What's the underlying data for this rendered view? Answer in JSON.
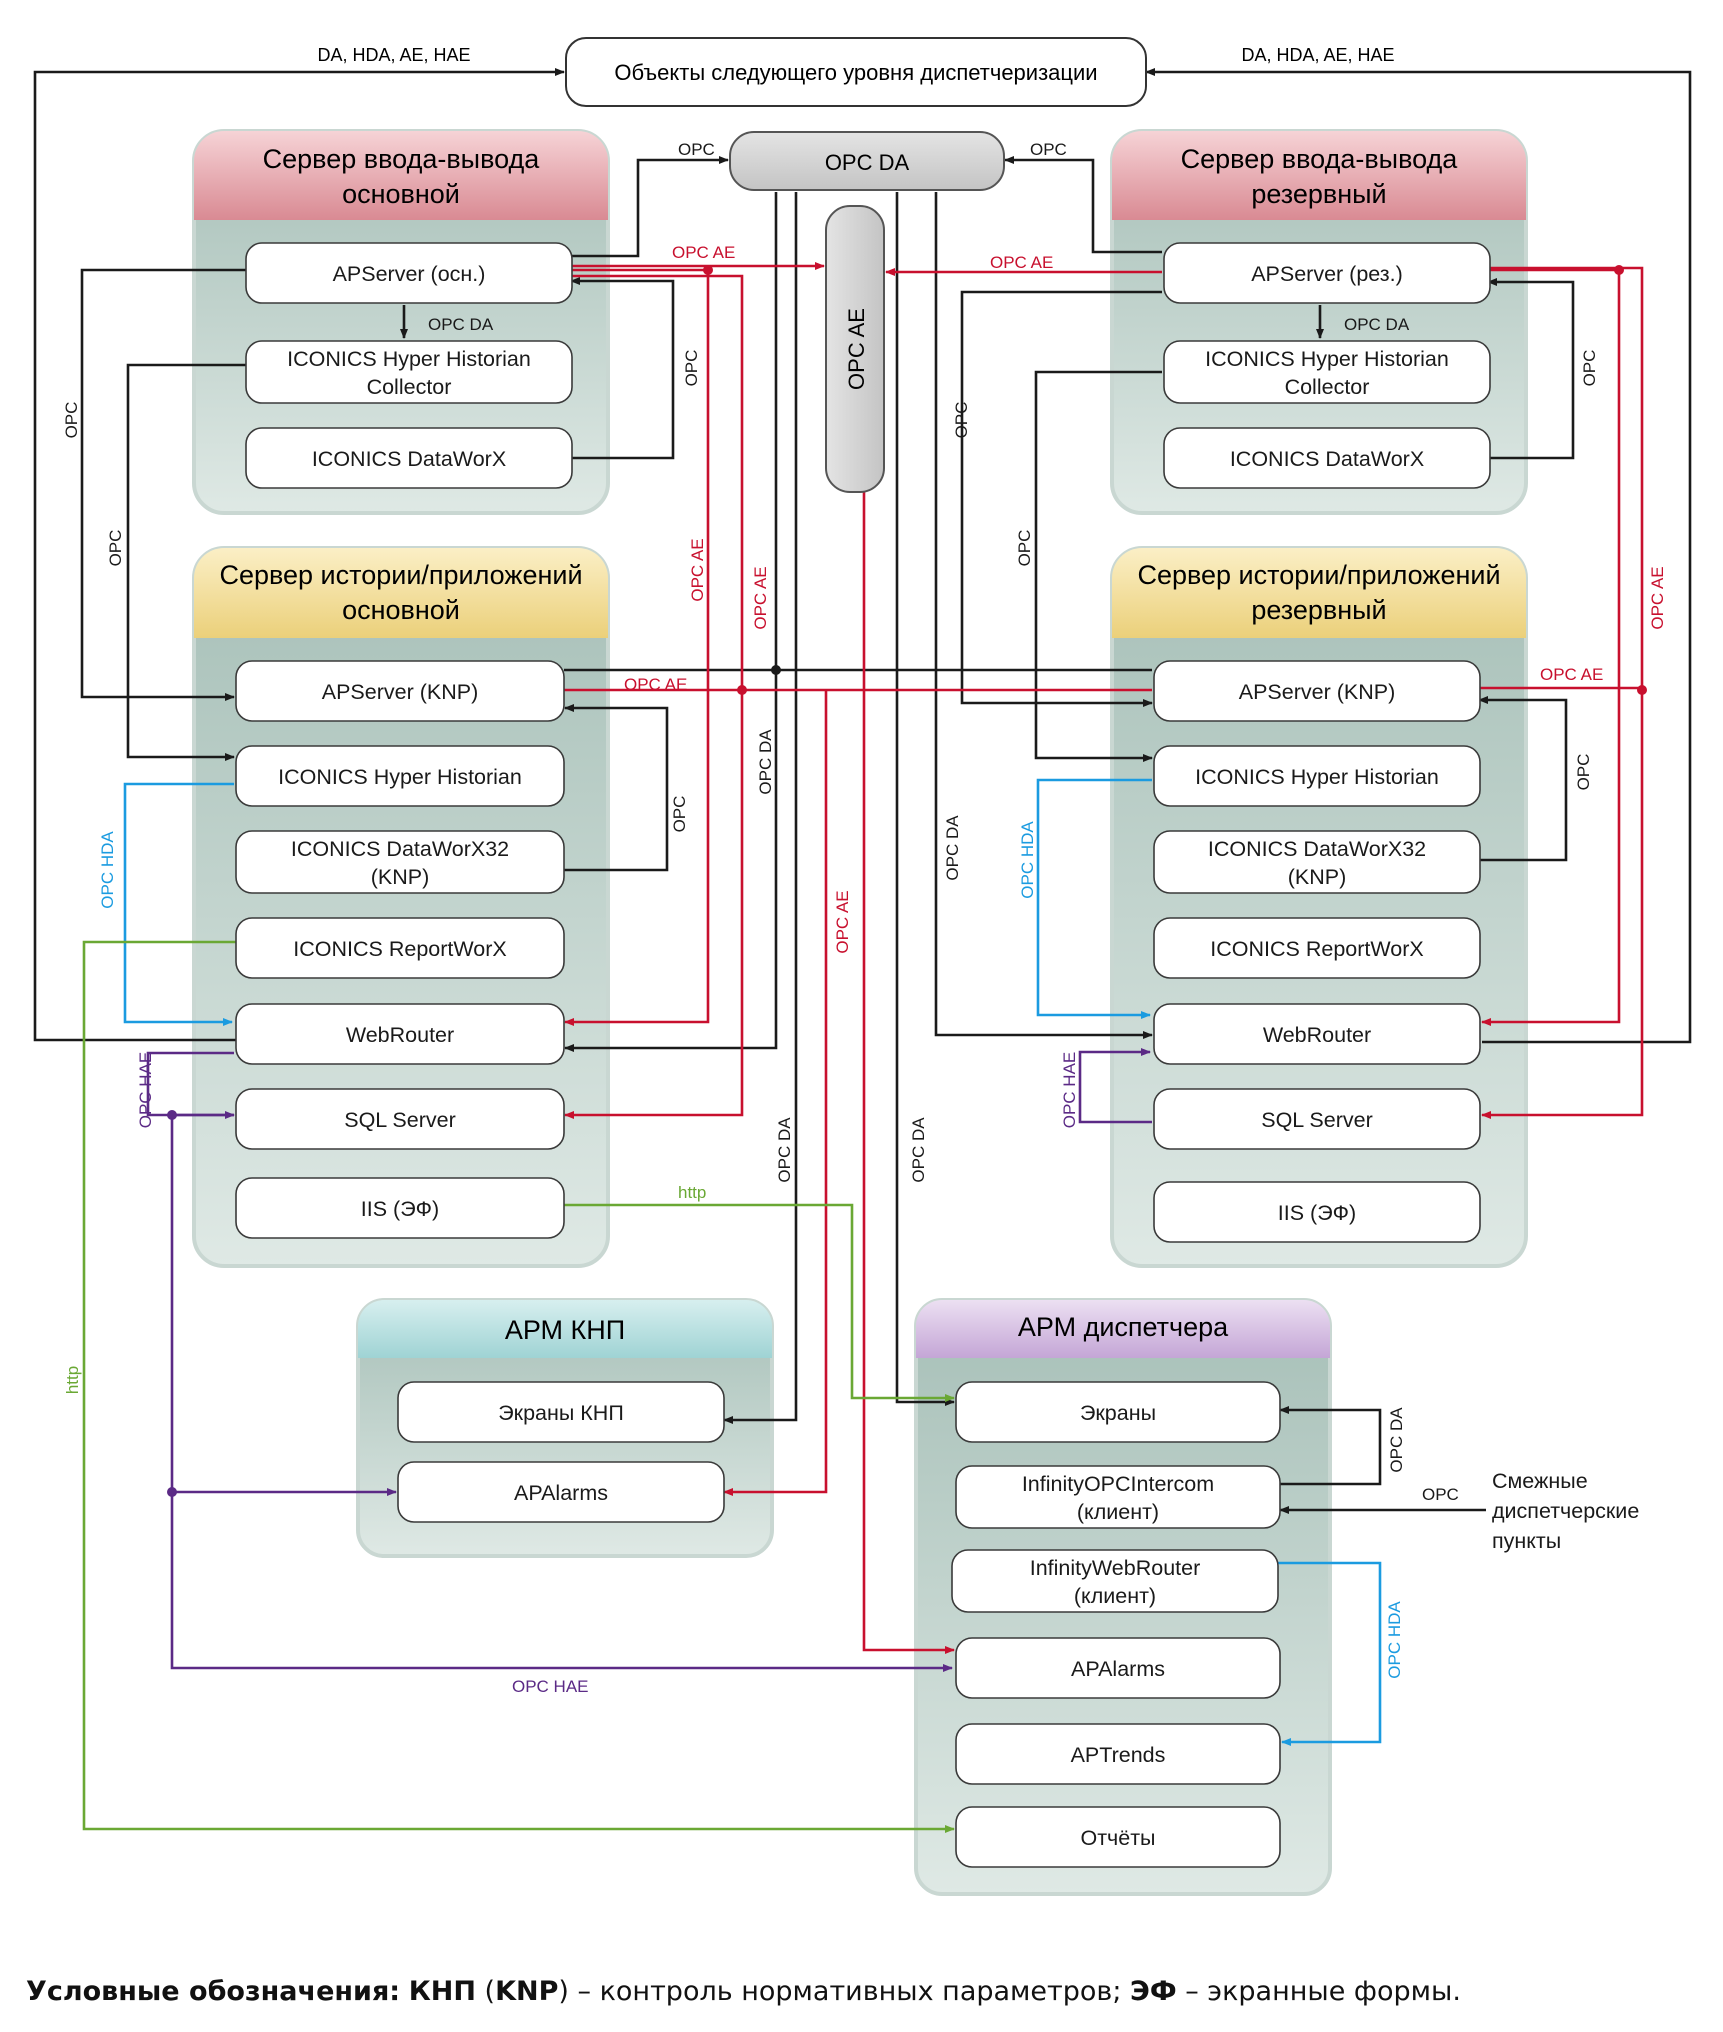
{
  "top_box": "Объекты следующего уровня диспетчеризации",
  "top_labels": {
    "left": "DA,  HDA, AE,  HAE",
    "right": "DA,  HDA, AE,  HAE"
  },
  "opc_da_bus": "OPC DA",
  "opc_ae_bus": "OPC AE",
  "panels": {
    "io_main": {
      "title1": "Сервер ввода-вывода",
      "title2": "основной",
      "items": [
        "APServer (осн.)",
        "ICONICS Hyper Historian",
        "Collector",
        "ICONICS DataWorX"
      ]
    },
    "io_res": {
      "title1": "Сервер ввода-вывода",
      "title2": "резервный",
      "items": [
        "APServer (рез.)",
        "ICONICS Hyper Historian",
        "Collector",
        "ICONICS DataWorX"
      ]
    },
    "hist_main": {
      "title1": "Сервер истории/приложений",
      "title2": "основной",
      "items": [
        "APServer (KNP)",
        "ICONICS Hyper Historian",
        "ICONICS DataWorX32",
        "(KNP)",
        "ICONICS ReportWorX",
        "WebRouter",
        "SQL Server",
        "IIS (ЭФ)"
      ]
    },
    "hist_res": {
      "title1": "Сервер истории/приложений",
      "title2": "резервный",
      "items": [
        "APServer (KNP)",
        "ICONICS Hyper Historian",
        "ICONICS DataWorX32",
        "(KNP)",
        "ICONICS ReportWorX",
        "WebRouter",
        "SQL Server",
        "IIS (ЭФ)"
      ]
    },
    "arm_knp": {
      "title": "АРМ КНП",
      "items": [
        "Экраны КНП",
        "APAlarms"
      ]
    },
    "arm_disp": {
      "title": "АРМ диспетчера",
      "items": [
        "Экраны",
        "InfinityOPCIntercom",
        "(клиент)",
        "InfinityWebRouter",
        "(клиент)",
        "APAlarms",
        "APTrends",
        "Отчёты"
      ]
    }
  },
  "link_labels": {
    "opc": "OPC",
    "opc_da": "OPC DA",
    "opc_ae": "OPC AE",
    "opc_hda": "OPC HDA",
    "opc_hae": "OPC HAE",
    "http": "http"
  },
  "adjacent": [
    "Смежные",
    "диспетчерские",
    "пункты"
  ],
  "legend": {
    "prefix": "Условные обозначения:",
    "knp": "КНП",
    "knp_en": "KNP",
    "knp_desc": "– контроль нормативных параметров;",
    "ef": "ЭФ",
    "ef_desc": "– экранные формы."
  },
  "colors": {
    "black": "#1a1a1a",
    "red": "#c8102e",
    "blue": "#1b9be0",
    "green": "#6aa834",
    "purple": "#5b2a86",
    "io_header": "#e8a0a8",
    "hist_header": "#f2d88a",
    "knp_header": "#a7dbdc",
    "disp_header": "#cdb3dc",
    "panel_body": "#b5cbc4"
  }
}
